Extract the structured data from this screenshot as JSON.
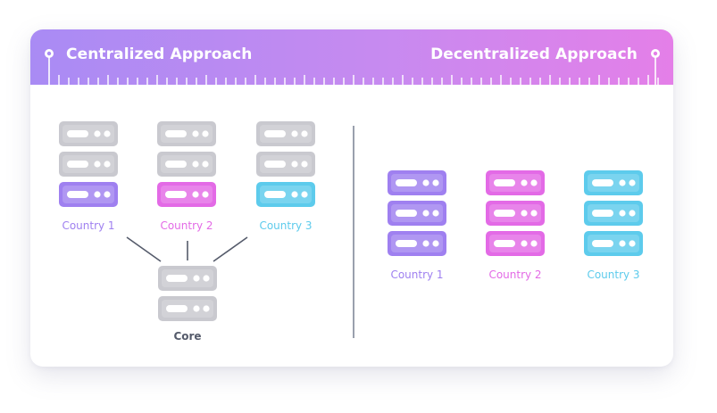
{
  "header": {
    "left_title": "Centralized Approach",
    "right_title": "Decentralized Approach"
  },
  "colors": {
    "purple": "#9f80f0",
    "pink": "#e36ae6",
    "cyan": "#5dcbec",
    "gray": "#c9c9cf",
    "label_gray": "#555b6b"
  },
  "centralized": {
    "countries": [
      {
        "label": "Country 1",
        "color": "#9f80f0"
      },
      {
        "label": "Country 2",
        "color": "#e36ae6"
      },
      {
        "label": "Country 3",
        "color": "#5dcbec"
      }
    ],
    "core_label": "Core"
  },
  "decentralized": {
    "countries": [
      {
        "label": "Country 1",
        "color": "#9f80f0"
      },
      {
        "label": "Country 2",
        "color": "#e36ae6"
      },
      {
        "label": "Country 3",
        "color": "#5dcbec"
      }
    ]
  },
  "icons": [
    "server-rack-icon",
    "slider-knob-icon"
  ]
}
